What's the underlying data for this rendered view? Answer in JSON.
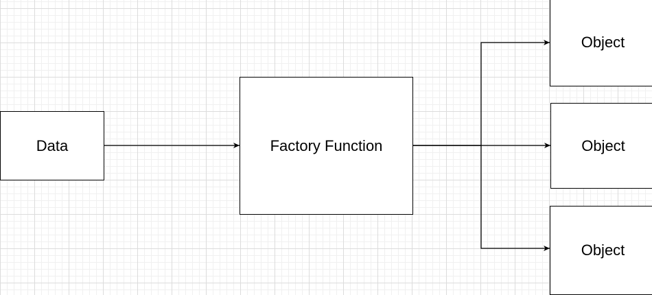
{
  "diagram": {
    "nodes": {
      "data": "Data",
      "factory": "Factory Function",
      "object_1": "Object",
      "object_2": "Object",
      "object_3": "Object"
    }
  }
}
